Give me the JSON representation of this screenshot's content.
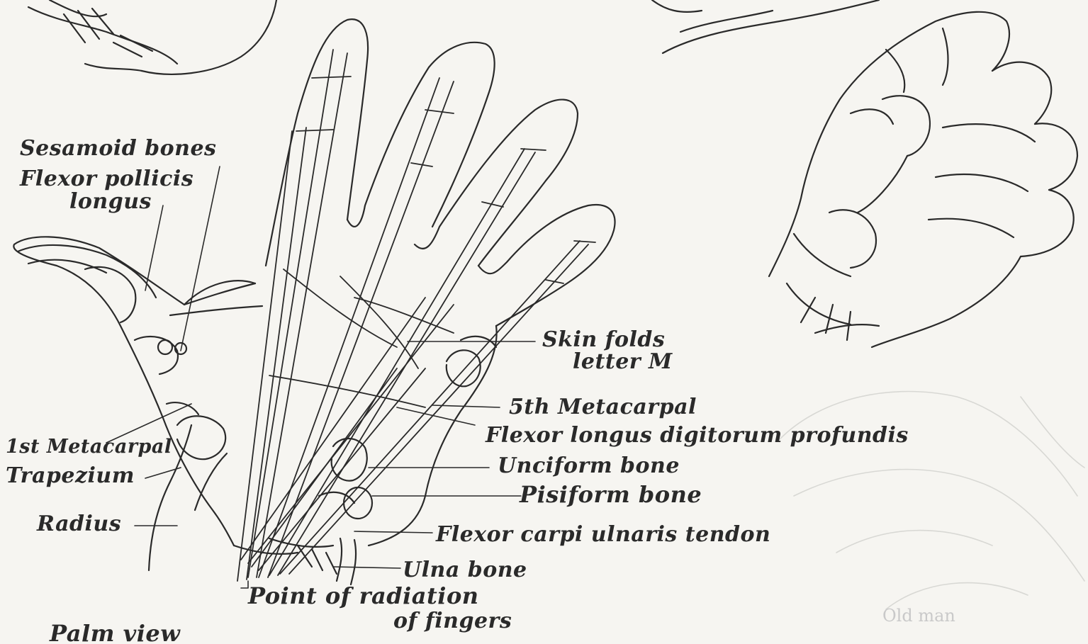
{
  "labels": {
    "sesamoid": "Sesamoid bones",
    "flexor_pollicis_1": "Flexor pollicis",
    "flexor_pollicis_2": "longus",
    "skin_folds_1": "Skin folds",
    "skin_folds_2": "letter M",
    "fifth_metacarpal": "5th Metacarpal",
    "flexor_longus": "Flexor longus digitorum profundis",
    "first_metacarpal": "1st Metacarpal",
    "trapezium": "Trapezium",
    "unciform": "Unciform bone",
    "pisiform": "Pisiform bone",
    "radius": "Radius",
    "flexor_carpi": "Flexor carpi ulnaris tendon",
    "ulna": "Ulna bone",
    "radiation_1": "Point of radiation",
    "radiation_2": "of fingers",
    "palm_view": "Palm view",
    "faint_note": "Old man"
  },
  "colors": {
    "paper": "#f6f5f1",
    "ink": "#2a2a2a",
    "faint_ink": "#c9c9c9"
  }
}
